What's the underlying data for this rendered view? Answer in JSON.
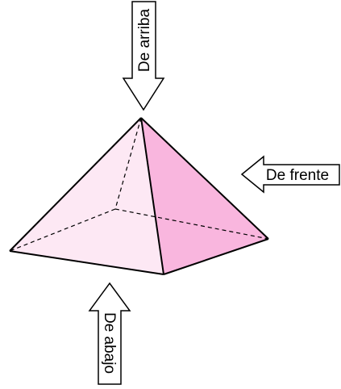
{
  "labels": {
    "top": "De arriba",
    "front": "De frente",
    "bottom": "De abajo"
  },
  "colors": {
    "face_front": "#fde8f4",
    "face_right": "#f9b6de",
    "edge": "#000000",
    "arrow_fill": "#ffffff",
    "arrow_stroke": "#000000"
  }
}
